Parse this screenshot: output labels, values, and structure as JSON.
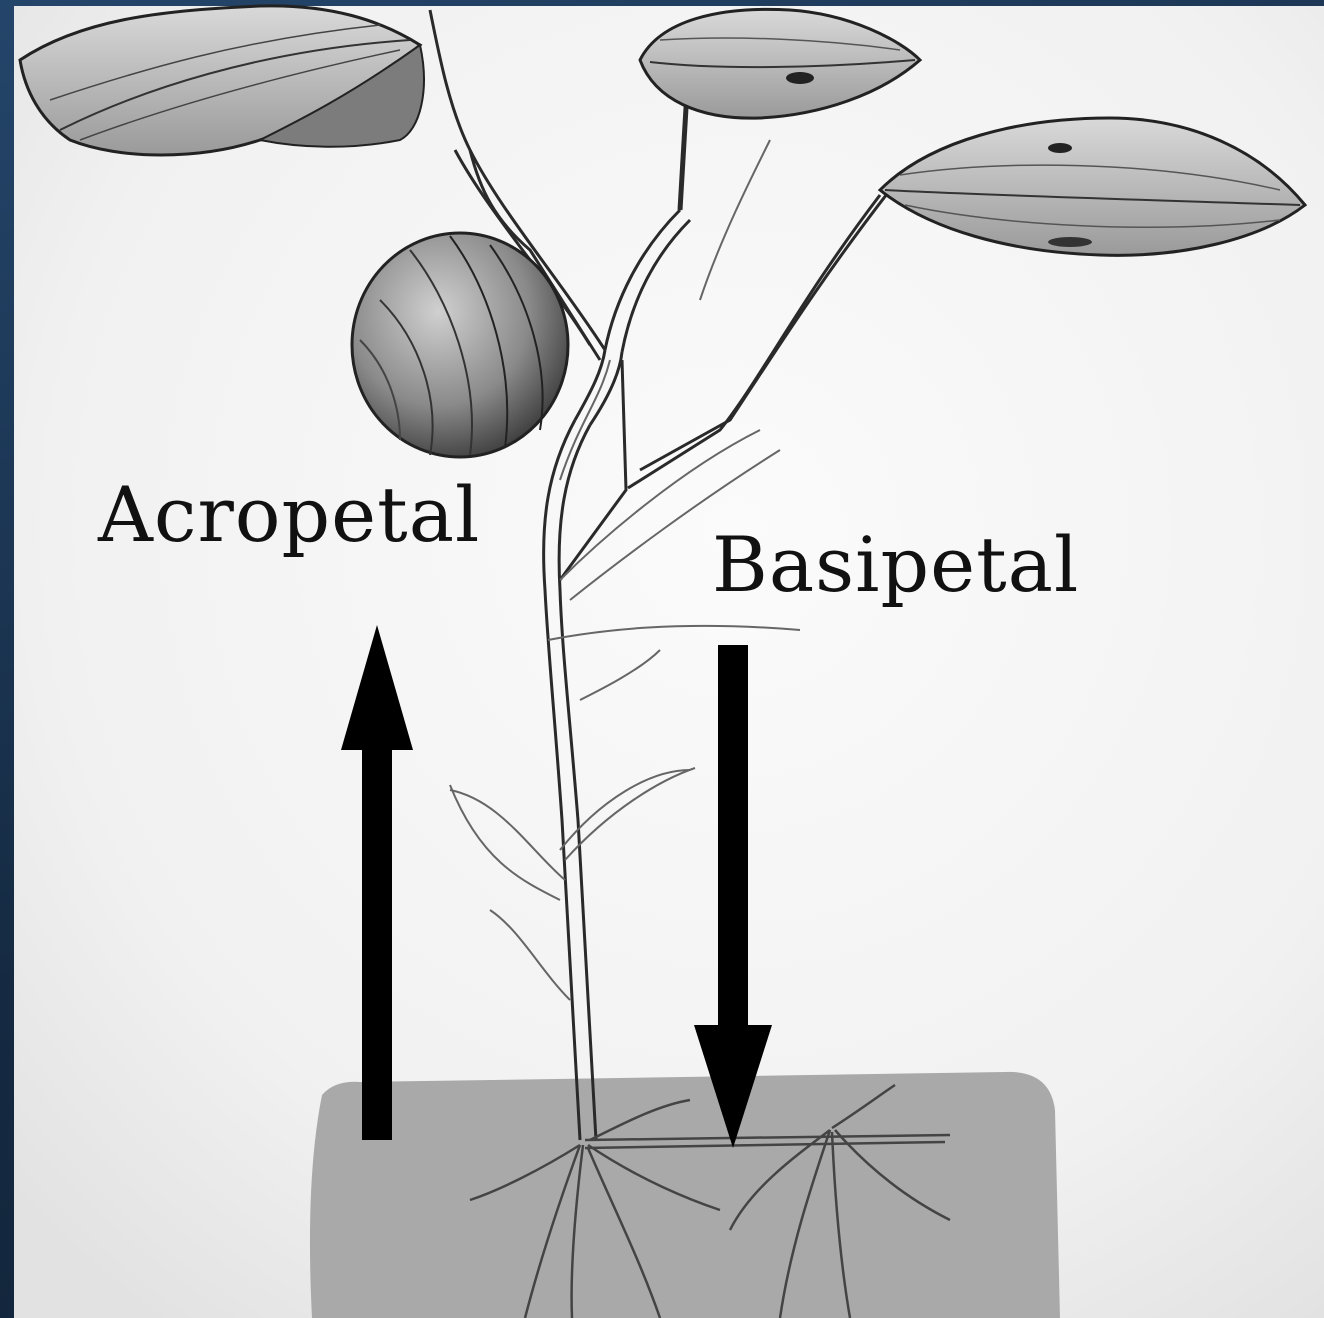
{
  "labels": {
    "acropetal": "Acropetal",
    "basipetal": "Basipetal"
  },
  "arrows": {
    "acropetal": "up-arrow",
    "basipetal": "down-arrow"
  },
  "colors": {
    "frame": "#1b3550",
    "paper": "#f4f4f4",
    "soil": "#a9a9a9",
    "ink": "#111111"
  }
}
